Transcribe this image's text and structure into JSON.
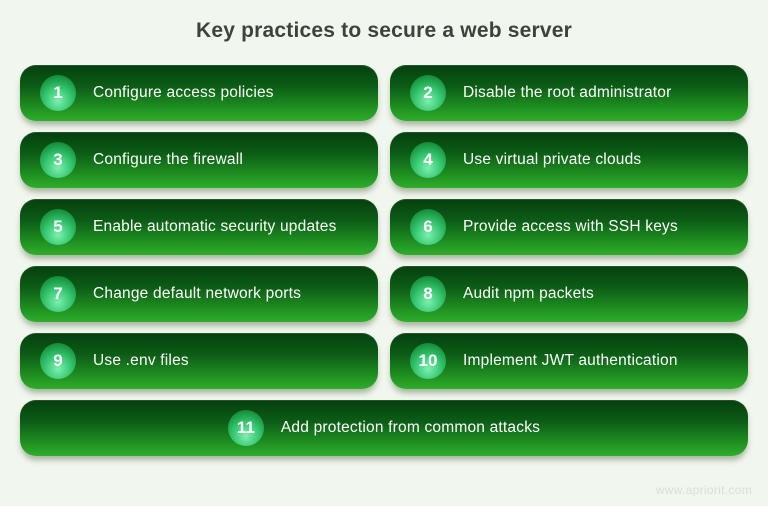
{
  "title": "Key practices to secure a web server",
  "items": [
    {
      "number": "1",
      "label": "Configure access policies"
    },
    {
      "number": "2",
      "label": "Disable the root administrator"
    },
    {
      "number": "3",
      "label": "Configure the firewall"
    },
    {
      "number": "4",
      "label": "Use virtual private clouds"
    },
    {
      "number": "5",
      "label": "Enable automatic security updates"
    },
    {
      "number": "6",
      "label": "Provide access with SSH keys"
    },
    {
      "number": "7",
      "label": "Change default network ports"
    },
    {
      "number": "8",
      "label": "Audit npm packets"
    },
    {
      "number": "9",
      "label": "Use .env files"
    },
    {
      "number": "10",
      "label": "Implement JWT authentication"
    },
    {
      "number": "11",
      "label": "Add protection from common attacks",
      "span": "full"
    }
  ],
  "footer": {
    "website": "www.apriorit.com"
  },
  "colors": {
    "background": "#f1f6ee",
    "pill_gradient_top": "#053f0e",
    "pill_gradient_bottom": "#2fae2b",
    "badge_highlight": "#7cf0ae",
    "badge_dark": "#0d6f2a",
    "title_text": "#3d423e",
    "pill_text": "#ffffff",
    "watermark_text": "#d9ded6"
  }
}
